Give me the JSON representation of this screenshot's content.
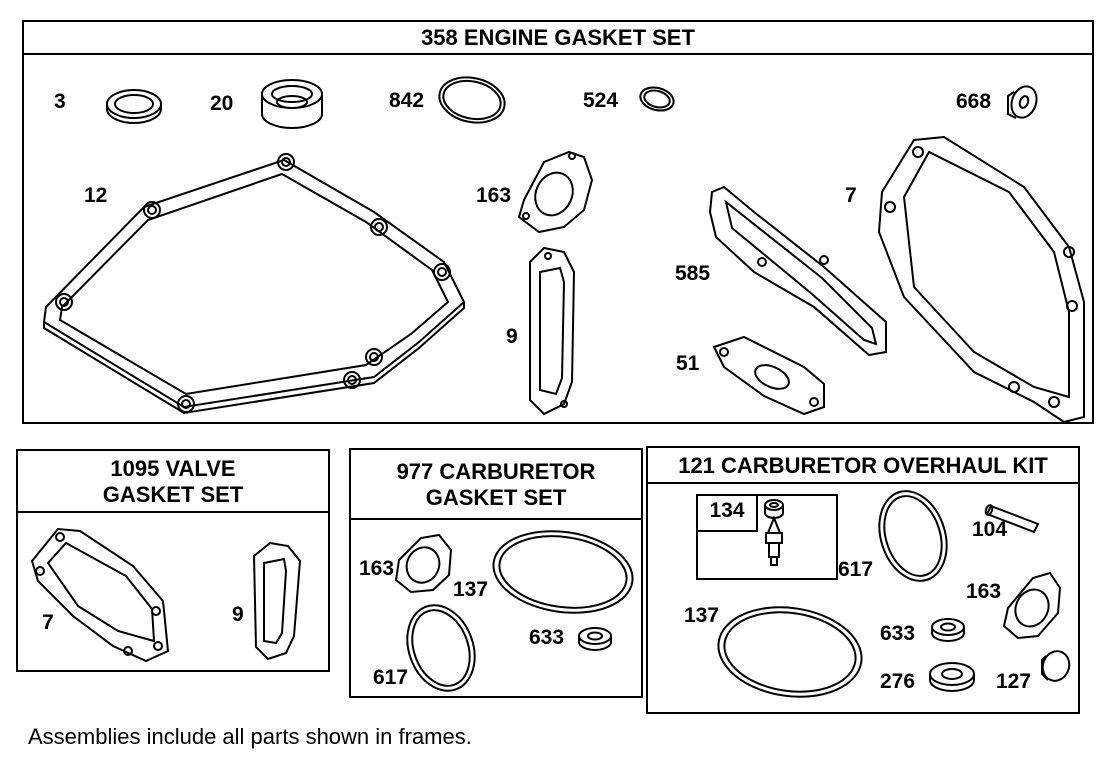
{
  "frames": {
    "engine": {
      "title": "358 ENGINE GASKET SET"
    },
    "valve": {
      "title_line1": "1095 VALVE",
      "title_line2": "GASKET SET"
    },
    "carb": {
      "title_line1": "977 CARBURETOR",
      "title_line2": "GASKET SET"
    },
    "overhaul": {
      "title": "121 CARBURETOR OVERHAUL KIT",
      "sub_title": "134"
    }
  },
  "labels": {
    "engine": [
      "3",
      "20",
      "842",
      "524",
      "668",
      "12",
      "163",
      "7",
      "585",
      "9",
      "51"
    ],
    "valve": [
      "7",
      "9"
    ],
    "carb": [
      "163",
      "137",
      "633",
      "617"
    ],
    "overhaul": [
      "104",
      "617",
      "163",
      "137",
      "633",
      "276",
      "127"
    ]
  },
  "note": "Assemblies include all parts shown in frames."
}
